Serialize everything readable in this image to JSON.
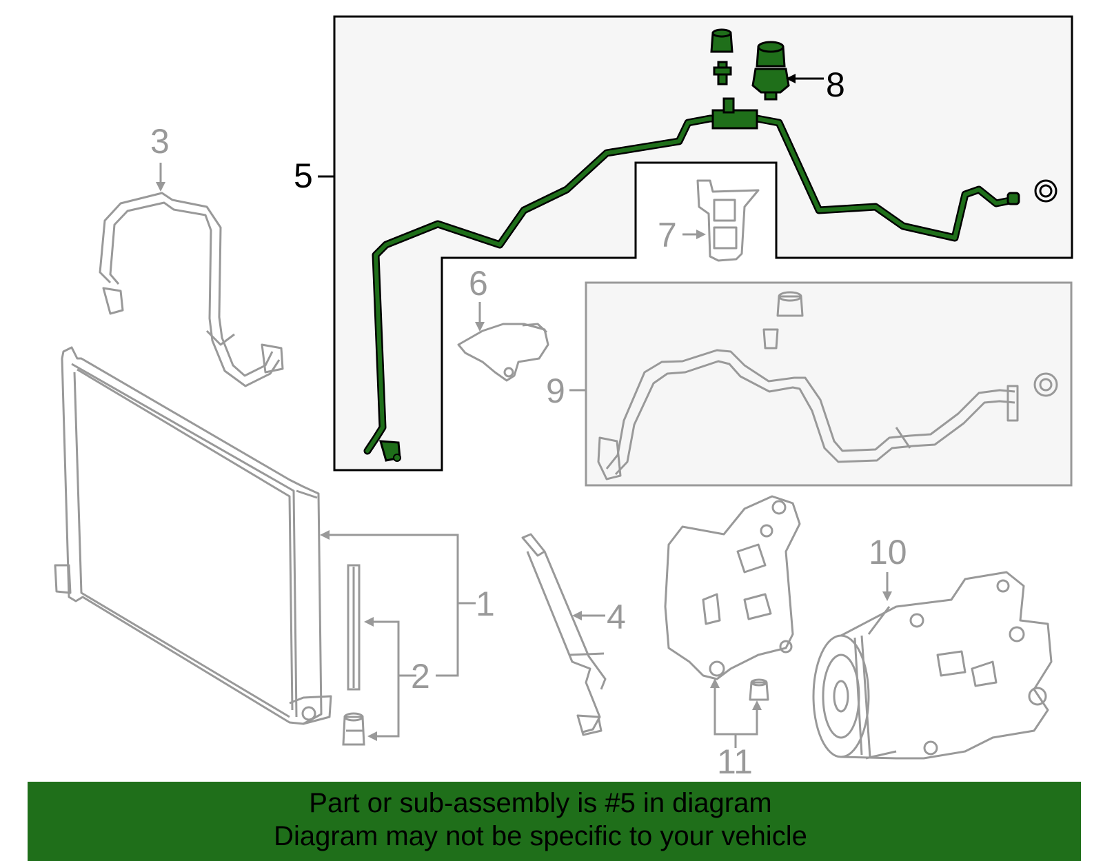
{
  "callouts": {
    "c1": "1",
    "c2": "2",
    "c3": "3",
    "c4": "4",
    "c5": "5",
    "c6": "6",
    "c7": "7",
    "c8": "8",
    "c9": "9",
    "c10": "10",
    "c11": "11"
  },
  "highlight_color": "#1f6f1a",
  "footer": {
    "line1": "Part or sub-assembly is #5 in diagram",
    "line2": "Diagram may not be specific to your vehicle"
  }
}
